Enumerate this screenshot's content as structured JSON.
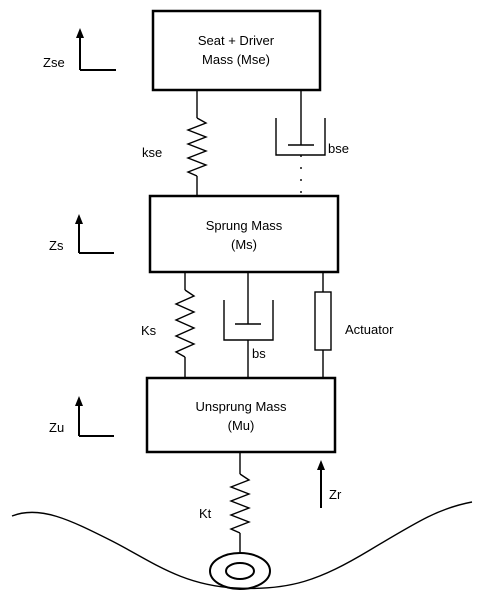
{
  "masses": {
    "seat": {
      "line1": "Seat + Driver",
      "line2": "Mass (Mse)"
    },
    "sprung": {
      "line1": "Sprung Mass",
      "line2": "(Ms)"
    },
    "unsprung": {
      "line1": "Unsprung Mass",
      "line2": "(Mu)"
    }
  },
  "displacements": {
    "seat": "Zse",
    "sprung": "Zs",
    "unsprung": "Zu",
    "road": "Zr"
  },
  "springs": {
    "seat": "kse",
    "suspension": "Ks",
    "tire": "Kt"
  },
  "dampers": {
    "seat": "bse",
    "suspension": "bs"
  },
  "actuator": "Actuator"
}
